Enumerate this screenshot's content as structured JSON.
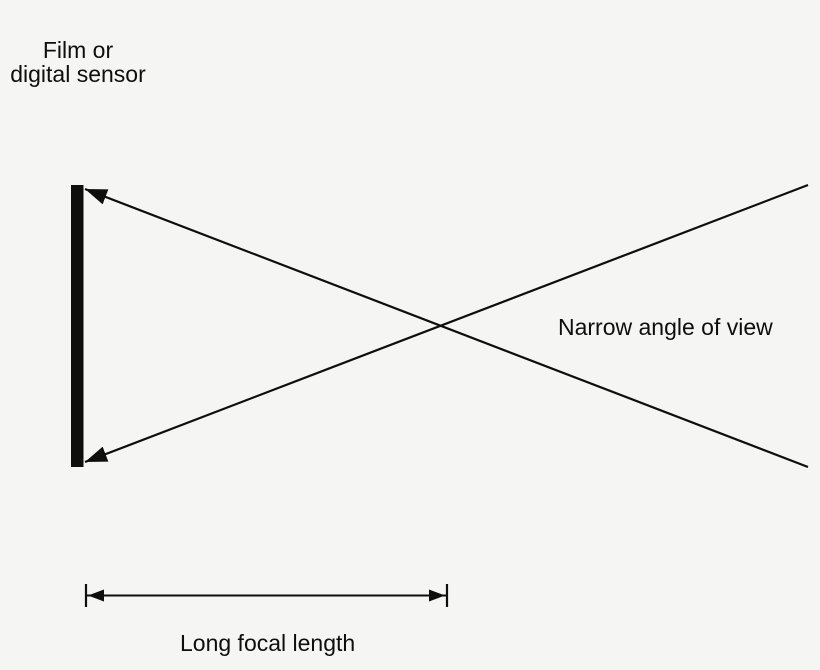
{
  "colors": {
    "background": "#f5f5f4",
    "ink": "#0e0e0e"
  },
  "labels": {
    "sensor_line1": "Film or",
    "sensor_line2": "digital sensor",
    "angle_of_view": "Narrow angle of view",
    "focal_length": "Long focal length"
  }
}
